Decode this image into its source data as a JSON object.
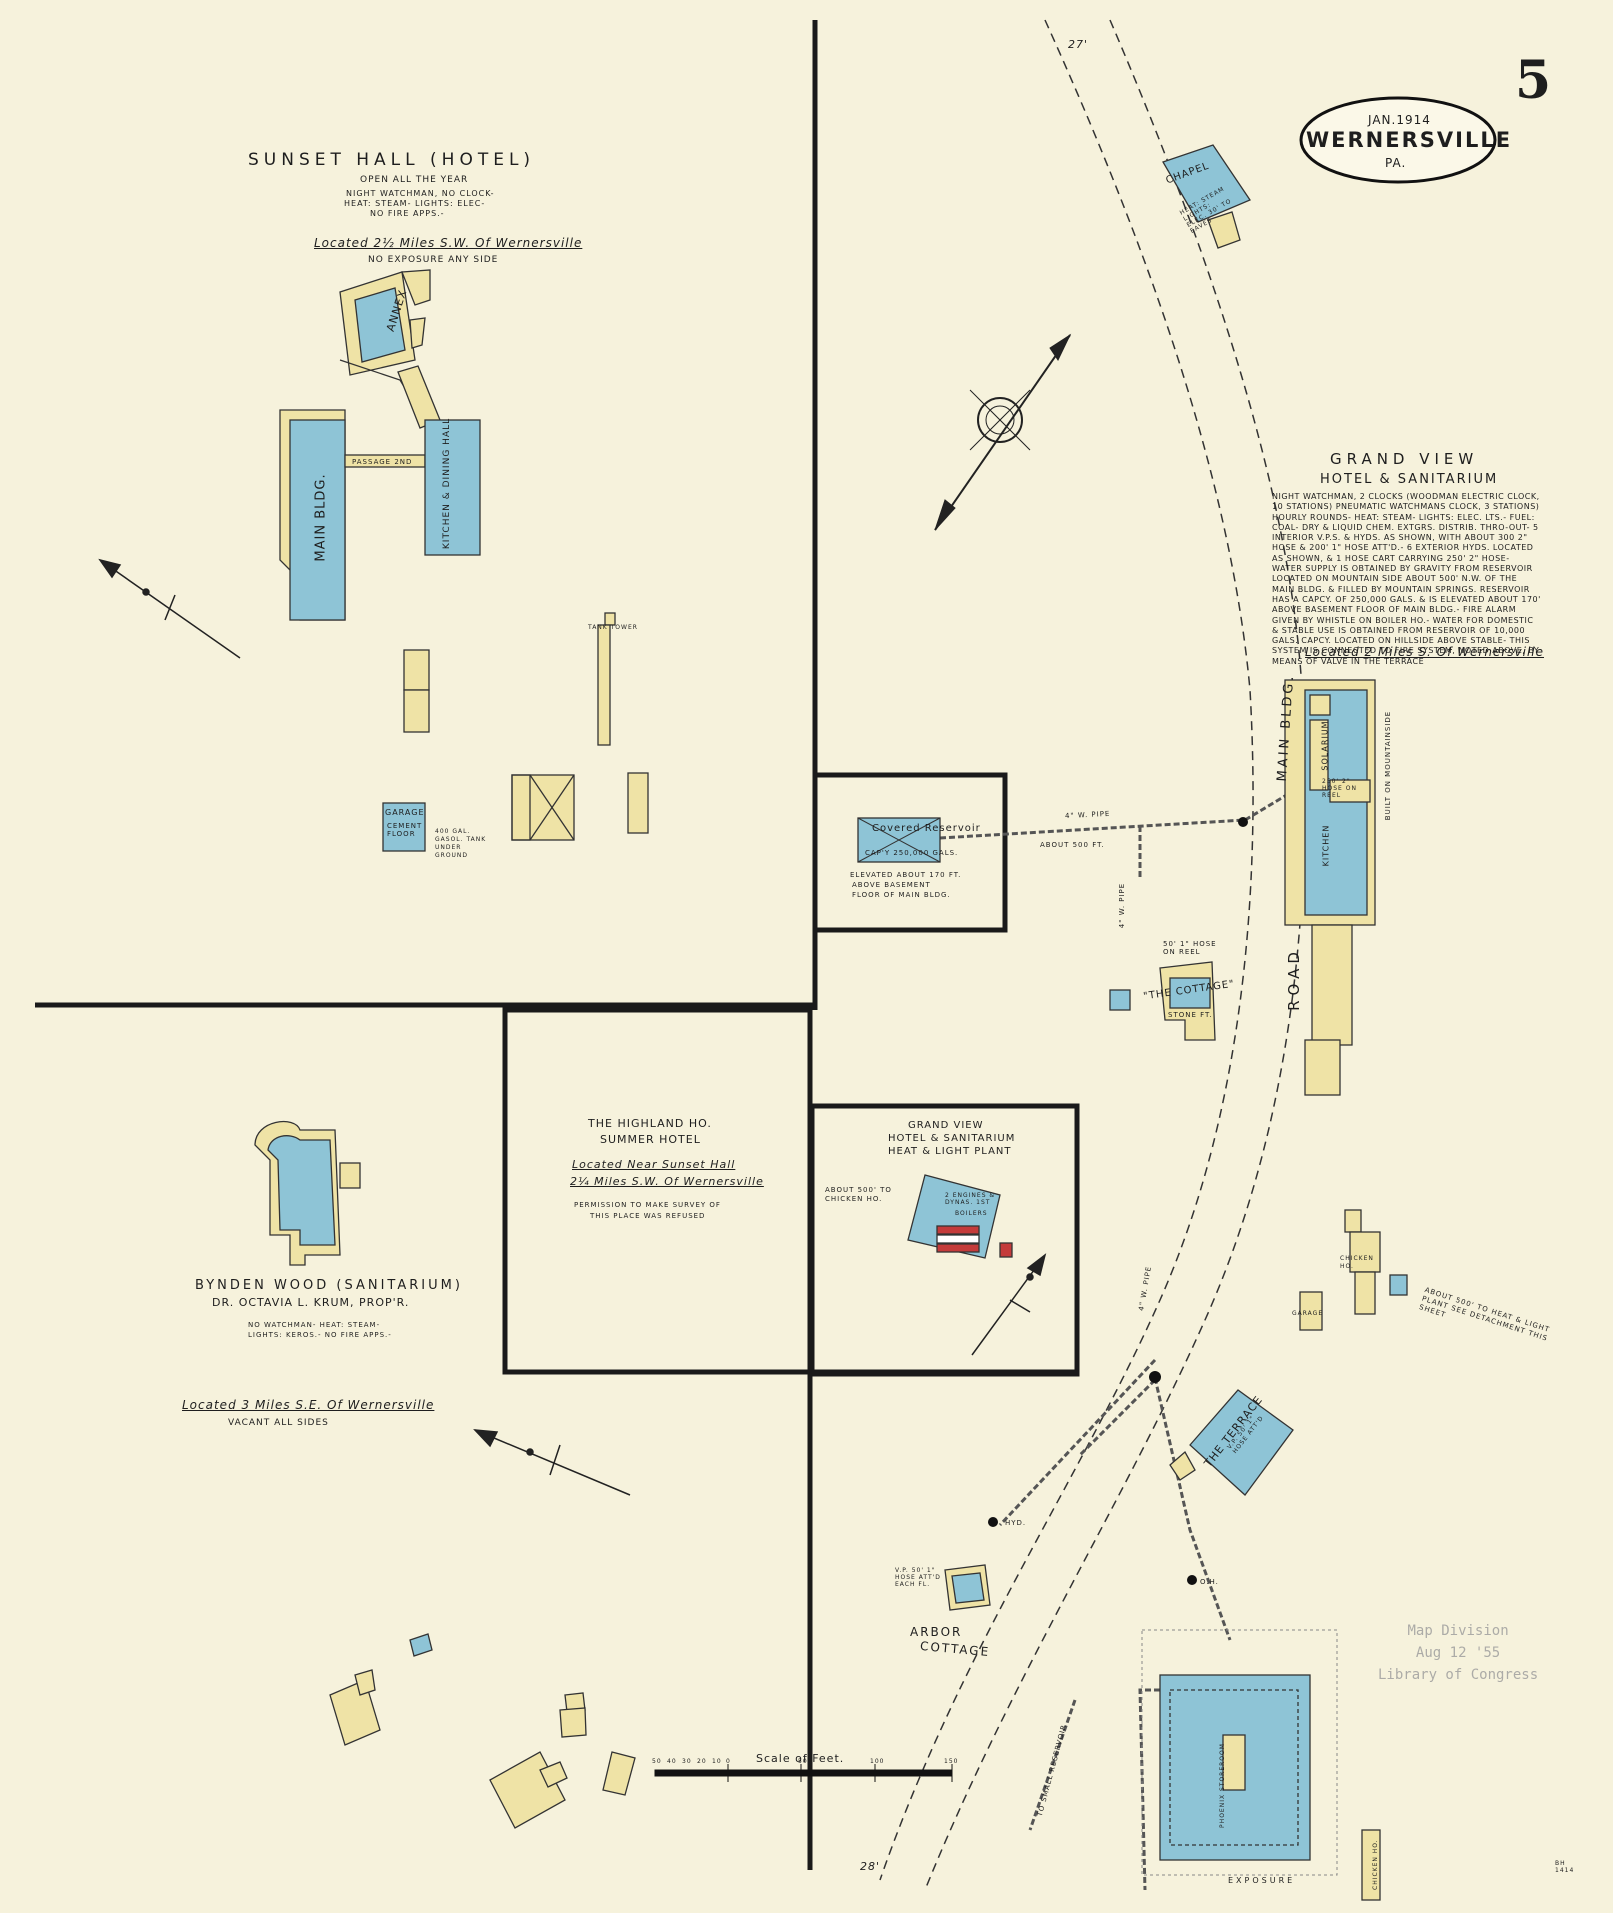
{
  "sheet_number": "5",
  "title_cartouche": {
    "date": "JAN.1914",
    "town": "WERNERSVILLE",
    "state": "PA."
  },
  "colors": {
    "paper": "#f6f2dc",
    "brick_blue": "#8ec4d6",
    "frame_yellow": "#efe3a6",
    "line": "#1a1a1a"
  },
  "sunset_hall": {
    "title": "SUNSET HALL (HOTEL)",
    "line1": "OPEN ALL THE YEAR",
    "line2": "NIGHT WATCHMAN, NO CLOCK-",
    "line3": "HEAT: STEAM- LIGHTS: ELEC-",
    "line4": "NO FIRE APPS.-",
    "location": "Located 2½ Miles S.W. Of Wernersville",
    "exposure": "NO EXPOSURE ANY SIDE",
    "annex": "ANNEX",
    "main_bldg": "MAIN BLDG.",
    "kitchen": "KITCHEN & DINING HALL",
    "passage": "PASSAGE 2ND",
    "tank_tower": "TANK TOWER",
    "garage": "GARAGE",
    "garage_floor": "CEMENT FLOOR",
    "gas_tank": "400 GAL. GASOL. TANK UNDER GROUND"
  },
  "reservoir": {
    "name": "Covered Reservoir",
    "capacity": "CAP'Y 250,000 GALS.",
    "note1": "ELEVATED ABOUT 170 FT.",
    "note2": "ABOVE BASEMENT",
    "note3": "FLOOR OF MAIN BLDG."
  },
  "pipes": {
    "main": "4\" W. PIPE",
    "main_distance": "ABOUT 500 FT.",
    "branch": "4\" W. PIPE",
    "lower": "4\" W. PIPE",
    "hydrant": "HYD.",
    "oh": "O.H."
  },
  "road": {
    "label": "ROAD",
    "width_top": "27'",
    "width_bottom": "28'",
    "small_reservoir": "TO SMALL RESERVOIR"
  },
  "chapel": {
    "name": "CHAPEL",
    "note": "HEAT: STEAM LIGHTS: ELEC. 30' TO EAVES"
  },
  "grand_view": {
    "title": "GRAND VIEW",
    "subtitle": "HOTEL & SANITARIUM",
    "notes": "NIGHT WATCHMAN, 2 CLOCKS (WOODMAN ELECTRIC CLOCK, 10 STATIONS) PNEUMATIC WATCHMANS CLOCK, 3 STATIONS) HOURLY ROUNDS- HEAT: STEAM- LIGHTS: ELEC. LTS.- FUEL: COAL- DRY & LIQUID CHEM. EXTGRS. DISTRIB. THRO-OUT- 5 INTERIOR V.P.S. & HYDS. AS SHOWN, WITH ABOUT 300 2\" HOSE & 200' 1\" HOSE ATT'D.- 6 EXTERIOR HYDS. LOCATED AS SHOWN, & 1 HOSE CART CARRYING 250' 2\" HOSE- WATER SUPPLY IS OBTAINED BY GRAVITY FROM RESERVOIR LOCATED ON MOUNTAIN SIDE ABOUT 500' N.W. OF THE MAIN BLDG. & FILLED BY MOUNTAIN SPRINGS. RESERVOIR HAS A CAPCY. OF 250,000 GALS. & IS ELEVATED ABOUT 170' ABOVE BASEMENT FLOOR OF MAIN BLDG.- FIRE ALARM GIVEN BY WHISTLE ON BOILER HO.- WATER FOR DOMESTIC & STABLE USE IS OBTAINED FROM RESERVOIR OF 10,000 GALS. CAPCY. LOCATED ON HILLSIDE ABOVE STABLE- THIS SYSTEM IS CONNECTED TO FIRE SYSTEM, NOTED ABOVE, BY MEANS OF VALVE IN THE TERRACE",
    "location": "Located 2 Miles S. Of Wernersville",
    "main_bldg": "MAIN BLDG.",
    "built_on": "BUILT ON MOUNTAINSIDE",
    "solarium": "SOLARIUM",
    "kitchen": "KITCHEN",
    "hose": "250' 2\" HOSE ON REEL",
    "cottage": "\"THE COTTAGE\"",
    "cottage_hose": "50' 1\" HOSE ON REEL",
    "stone_ft": "STONE FT."
  },
  "heat_plant": {
    "title1": "GRAND VIEW",
    "title2": "HOTEL & SANITARIUM",
    "title3": "HEAT & LIGHT PLANT",
    "engines": "2 ENGINES & DYNAS. 1ST",
    "boiler": "BOILERS",
    "to_chicken": "ABOUT 500' TO CHICKEN HO."
  },
  "highland": {
    "line1": "THE HIGHLAND HO.",
    "line2": "SUMMER HOTEL",
    "loc1": "Located Near Sunset Hall",
    "loc2": "2¼ Miles S.W. Of Wernersville",
    "note1": "PERMISSION TO MAKE SURVEY OF",
    "note2": "THIS PLACE WAS REFUSED"
  },
  "bynden": {
    "title": "BYNDEN WOOD (SANITARIUM)",
    "owner": "DR. OCTAVIA L. KRUM, PROP'R.",
    "note1": "NO WATCHMAN- HEAT: STEAM-",
    "note2": "LIGHTS: KEROS.- NO FIRE APPS.-",
    "location": "Located 3 Miles S.E. Of Wernersville",
    "vacant": "VACANT ALL SIDES"
  },
  "east_side": {
    "chicken": "CHICKEN HO.",
    "garage": "GARAGE",
    "to_plant": "ABOUT 500' TO HEAT & LIGHT PLANT SEE DETACHMENT THIS SHEET",
    "terrace": "THE TERRACE",
    "terrace_note": "V.P. 50' 1\" HOSE ATT'D",
    "arbor1": "ARBOR",
    "arbor2": "COTTAGE",
    "arbor_note": "V.P. 50' 1\" HOSE ATT'D EACH FL.",
    "exposure": "EXPOSURE",
    "chicken_bottom": "CHICKEN HO.",
    "phoenix": "PHOENIX STOREROOM"
  },
  "scale": {
    "title": "Scale of Feet.",
    "ticks": [
      "50",
      "40",
      "30",
      "20",
      "10",
      "0",
      "50",
      "100",
      "150"
    ]
  },
  "stamp": {
    "line1": "Map Division",
    "line2": "Aug 12 '55",
    "line3": "Library of Congress"
  },
  "corner_code": "BH 1414"
}
